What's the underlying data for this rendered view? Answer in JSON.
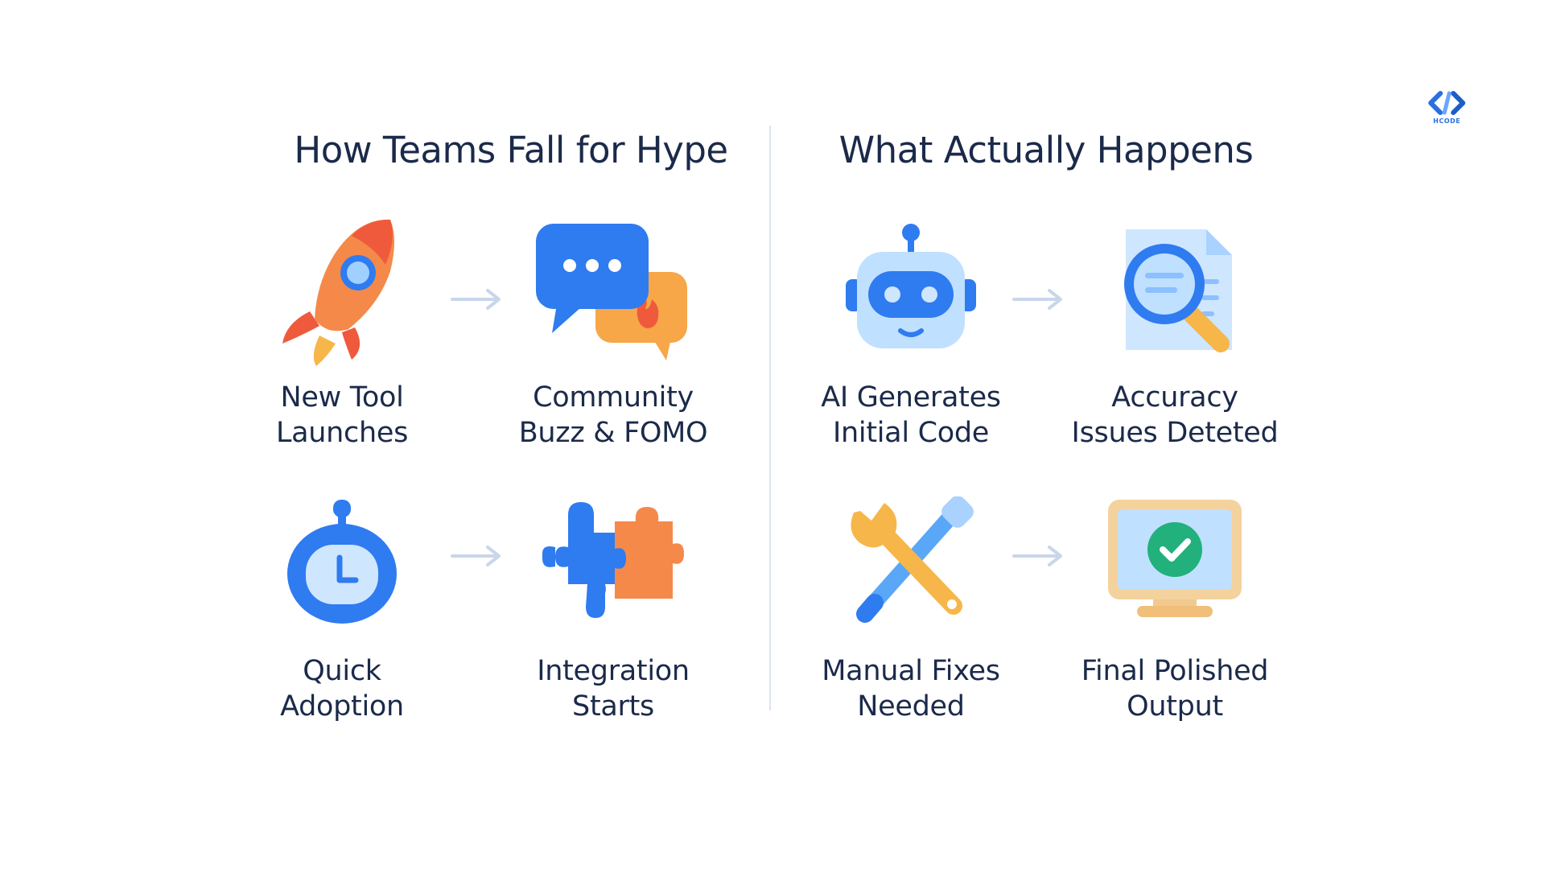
{
  "brand": {
    "logo_text": "HCODE",
    "logo_icon": "code-brackets-icon",
    "accent": "#2b6fe0"
  },
  "left_panel": {
    "title": "How Teams Fall for Hype",
    "steps": [
      {
        "icon": "rocket-icon",
        "line1": "New Tool",
        "line2": "Launches"
      },
      {
        "icon": "chat-bubbles-icon",
        "line1": "Community",
        "line2": "Buzz & FOMO"
      },
      {
        "icon": "timer-icon",
        "line1": "Quick",
        "line2": "Adoption"
      },
      {
        "icon": "puzzle-icon",
        "line1": "Integration",
        "line2": "Starts"
      }
    ]
  },
  "right_panel": {
    "title": "What Actually Happens",
    "steps": [
      {
        "icon": "robot-icon",
        "line1": "AI Generates",
        "line2": "Initial Code"
      },
      {
        "icon": "magnifier-document-icon",
        "line1": "Accuracy",
        "line2": "Issues Deteted"
      },
      {
        "icon": "wrench-screwdriver-icon",
        "line1": "Manual Fixes",
        "line2": "Needed"
      },
      {
        "icon": "monitor-check-icon",
        "line1": "Final Polished",
        "line2": "Output"
      }
    ]
  },
  "colors": {
    "title": "#1b2a4a",
    "arrow": "#c9d6ea",
    "divider": "#dbe4f2",
    "blue": "#2f7bf0",
    "orange": "#f5894a",
    "yellow": "#f7b64a"
  }
}
